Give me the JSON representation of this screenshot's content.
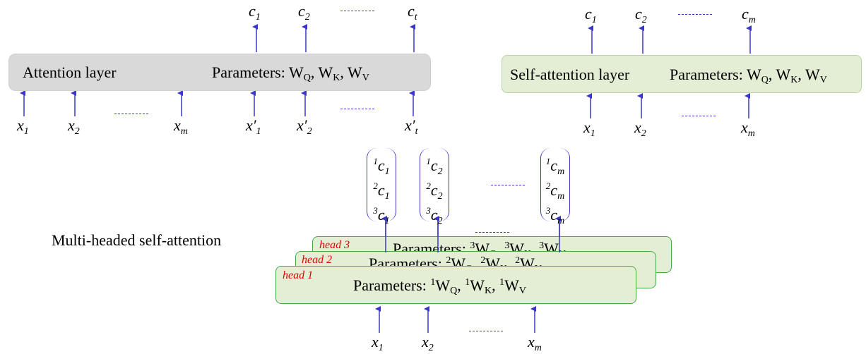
{
  "attention": {
    "label": "Attention layer",
    "params": {
      "prefix": "Parameters: W",
      "q": "Q",
      "k": "K",
      "v": "V"
    },
    "outputs": [
      "c",
      "c",
      "c"
    ],
    "output_subs": [
      "1",
      "2",
      "t"
    ],
    "inputs": [
      "x",
      "x",
      "x"
    ],
    "input_subs": [
      "1",
      "2",
      "m"
    ],
    "primed_inputs": [
      "x′",
      "x′",
      "x′"
    ],
    "primed_subs": [
      "1",
      "2",
      "t"
    ]
  },
  "self_attention": {
    "label": "Self-attention layer",
    "params": {
      "prefix": "Parameters: W",
      "q": "Q",
      "k": "K",
      "v": "V"
    },
    "outputs": [
      "c",
      "c",
      "c"
    ],
    "output_subs": [
      "1",
      "2",
      "m"
    ],
    "inputs": [
      "x",
      "x",
      "x"
    ],
    "input_subs": [
      "1",
      "2",
      "m"
    ]
  },
  "multi_head": {
    "title": "Multi-headed self-attention",
    "heads": [
      {
        "label": "head 3",
        "num": "3",
        "text": "Parameters: "
      },
      {
        "label": "head 2",
        "num": "2",
        "text": "Parameters: "
      },
      {
        "label": "head 1",
        "num": "1",
        "text": "Parameters: "
      }
    ],
    "w": "W",
    "q": "Q",
    "k": "K",
    "v": "V",
    "columns": [
      {
        "sub": "1",
        "supers": [
          "1",
          "2",
          "3"
        ]
      },
      {
        "sub": "2",
        "supers": [
          "1",
          "2",
          "3"
        ]
      },
      {
        "sub": "m",
        "supers": [
          "1",
          "2",
          "3"
        ]
      }
    ],
    "c_letter": "c",
    "inputs": [
      "x",
      "x",
      "x"
    ],
    "input_subs": [
      "1",
      "2",
      "m"
    ]
  },
  "colors": {
    "arrow": "#3a36c8",
    "head_label": "#e00000",
    "gray_box": "#d9d9d9",
    "green_box": "#e3eed5",
    "green_border": "#4aa84a"
  }
}
